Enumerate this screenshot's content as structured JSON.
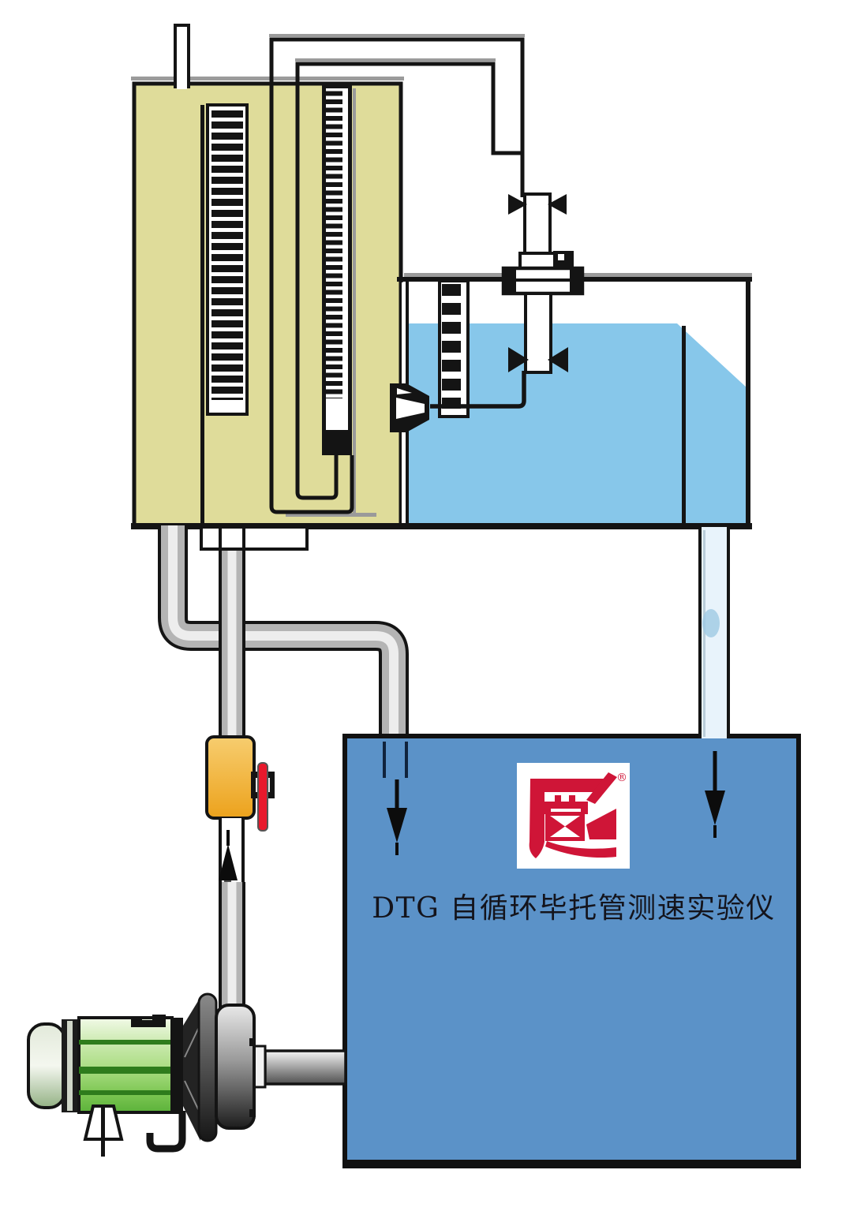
{
  "diagram_title": "DTG 自循环毕托管测速实验仪",
  "logo": {
    "registered_mark": "®",
    "brand_glyph": "辰"
  },
  "colors": {
    "panel": "#dfdc9a",
    "water": "#87c7ea",
    "box": "#5b92c8",
    "overflow_pipe_fill": "#e8f3fb",
    "logo_red": "#cf1537",
    "valve_red": "#e8192c",
    "orange_fitting": "#eca81f",
    "motor_green": "#7cc653",
    "pipe_gray": "#b4b4b4",
    "line_black": "#141414"
  },
  "components": {
    "manometer_panel": "manometer panel with two scales",
    "pitot_probe": "pitot tube probe",
    "tank": "upper water tank with overflow weir",
    "nozzle": "jet nozzle",
    "reservoir": "lower reservoir box",
    "pump": "centrifugal pump with green motor",
    "valve": "regulating valve with red handle",
    "overflow_pipe": "overflow return pipe"
  }
}
